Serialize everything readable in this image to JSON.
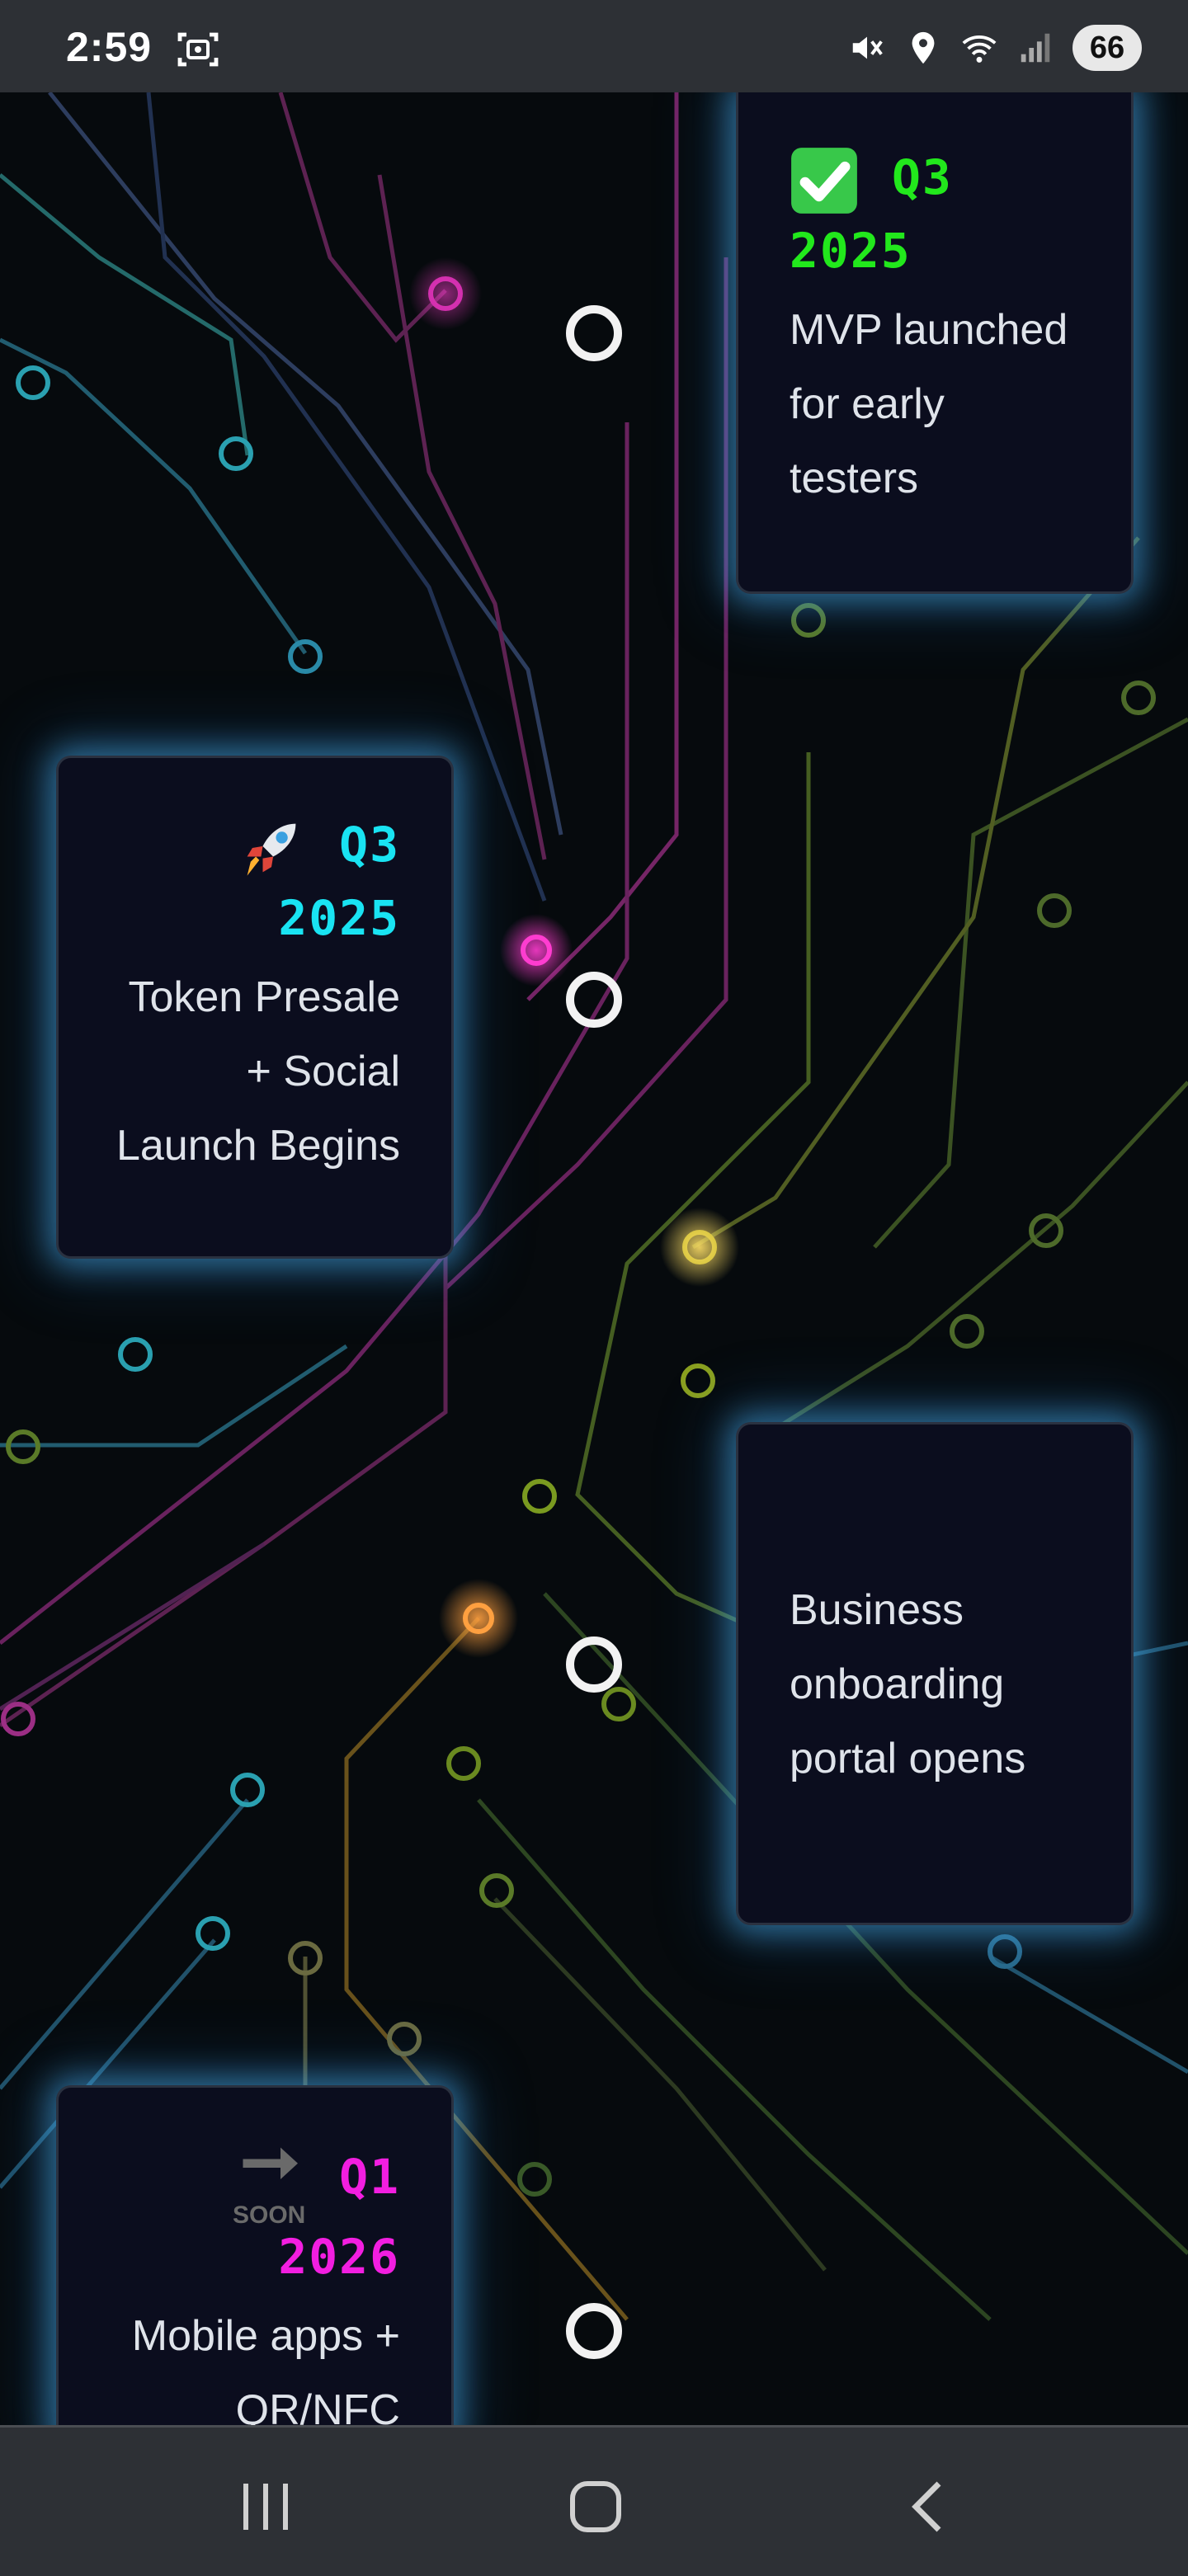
{
  "status_bar": {
    "time": "2:59",
    "battery": "66",
    "icons": [
      "screenshot-icon",
      "mute-icon",
      "location-icon",
      "wifi-icon",
      "signal-icon"
    ]
  },
  "roadmap": {
    "milestones": [
      {
        "icon": "check-mark-emoji",
        "quarter": "Q3",
        "year": "2025",
        "description_lines": [
          "MVP launched",
          "for early",
          "testers"
        ],
        "color": "#22e81c"
      },
      {
        "icon": "rocket-emoji",
        "quarter": "Q3",
        "year": "2025",
        "description_lines": [
          "Token Presale",
          "+ Social",
          "Launch Begins"
        ],
        "color": "#19e3f2"
      },
      {
        "icon": "",
        "quarter": "",
        "year": "",
        "description_lines": [
          "Business",
          "onboarding",
          "portal opens"
        ],
        "color": "#dfe3ea"
      },
      {
        "icon": "soon-arrow-emoji",
        "quarter": "Q1",
        "year": "2026",
        "description_lines": [
          "Mobile apps +",
          "QR/NFC"
        ],
        "color": "#f21ee0"
      }
    ],
    "soon_label": "SOON"
  },
  "nav_bar": {
    "items": [
      "recent-apps",
      "home",
      "back"
    ]
  }
}
